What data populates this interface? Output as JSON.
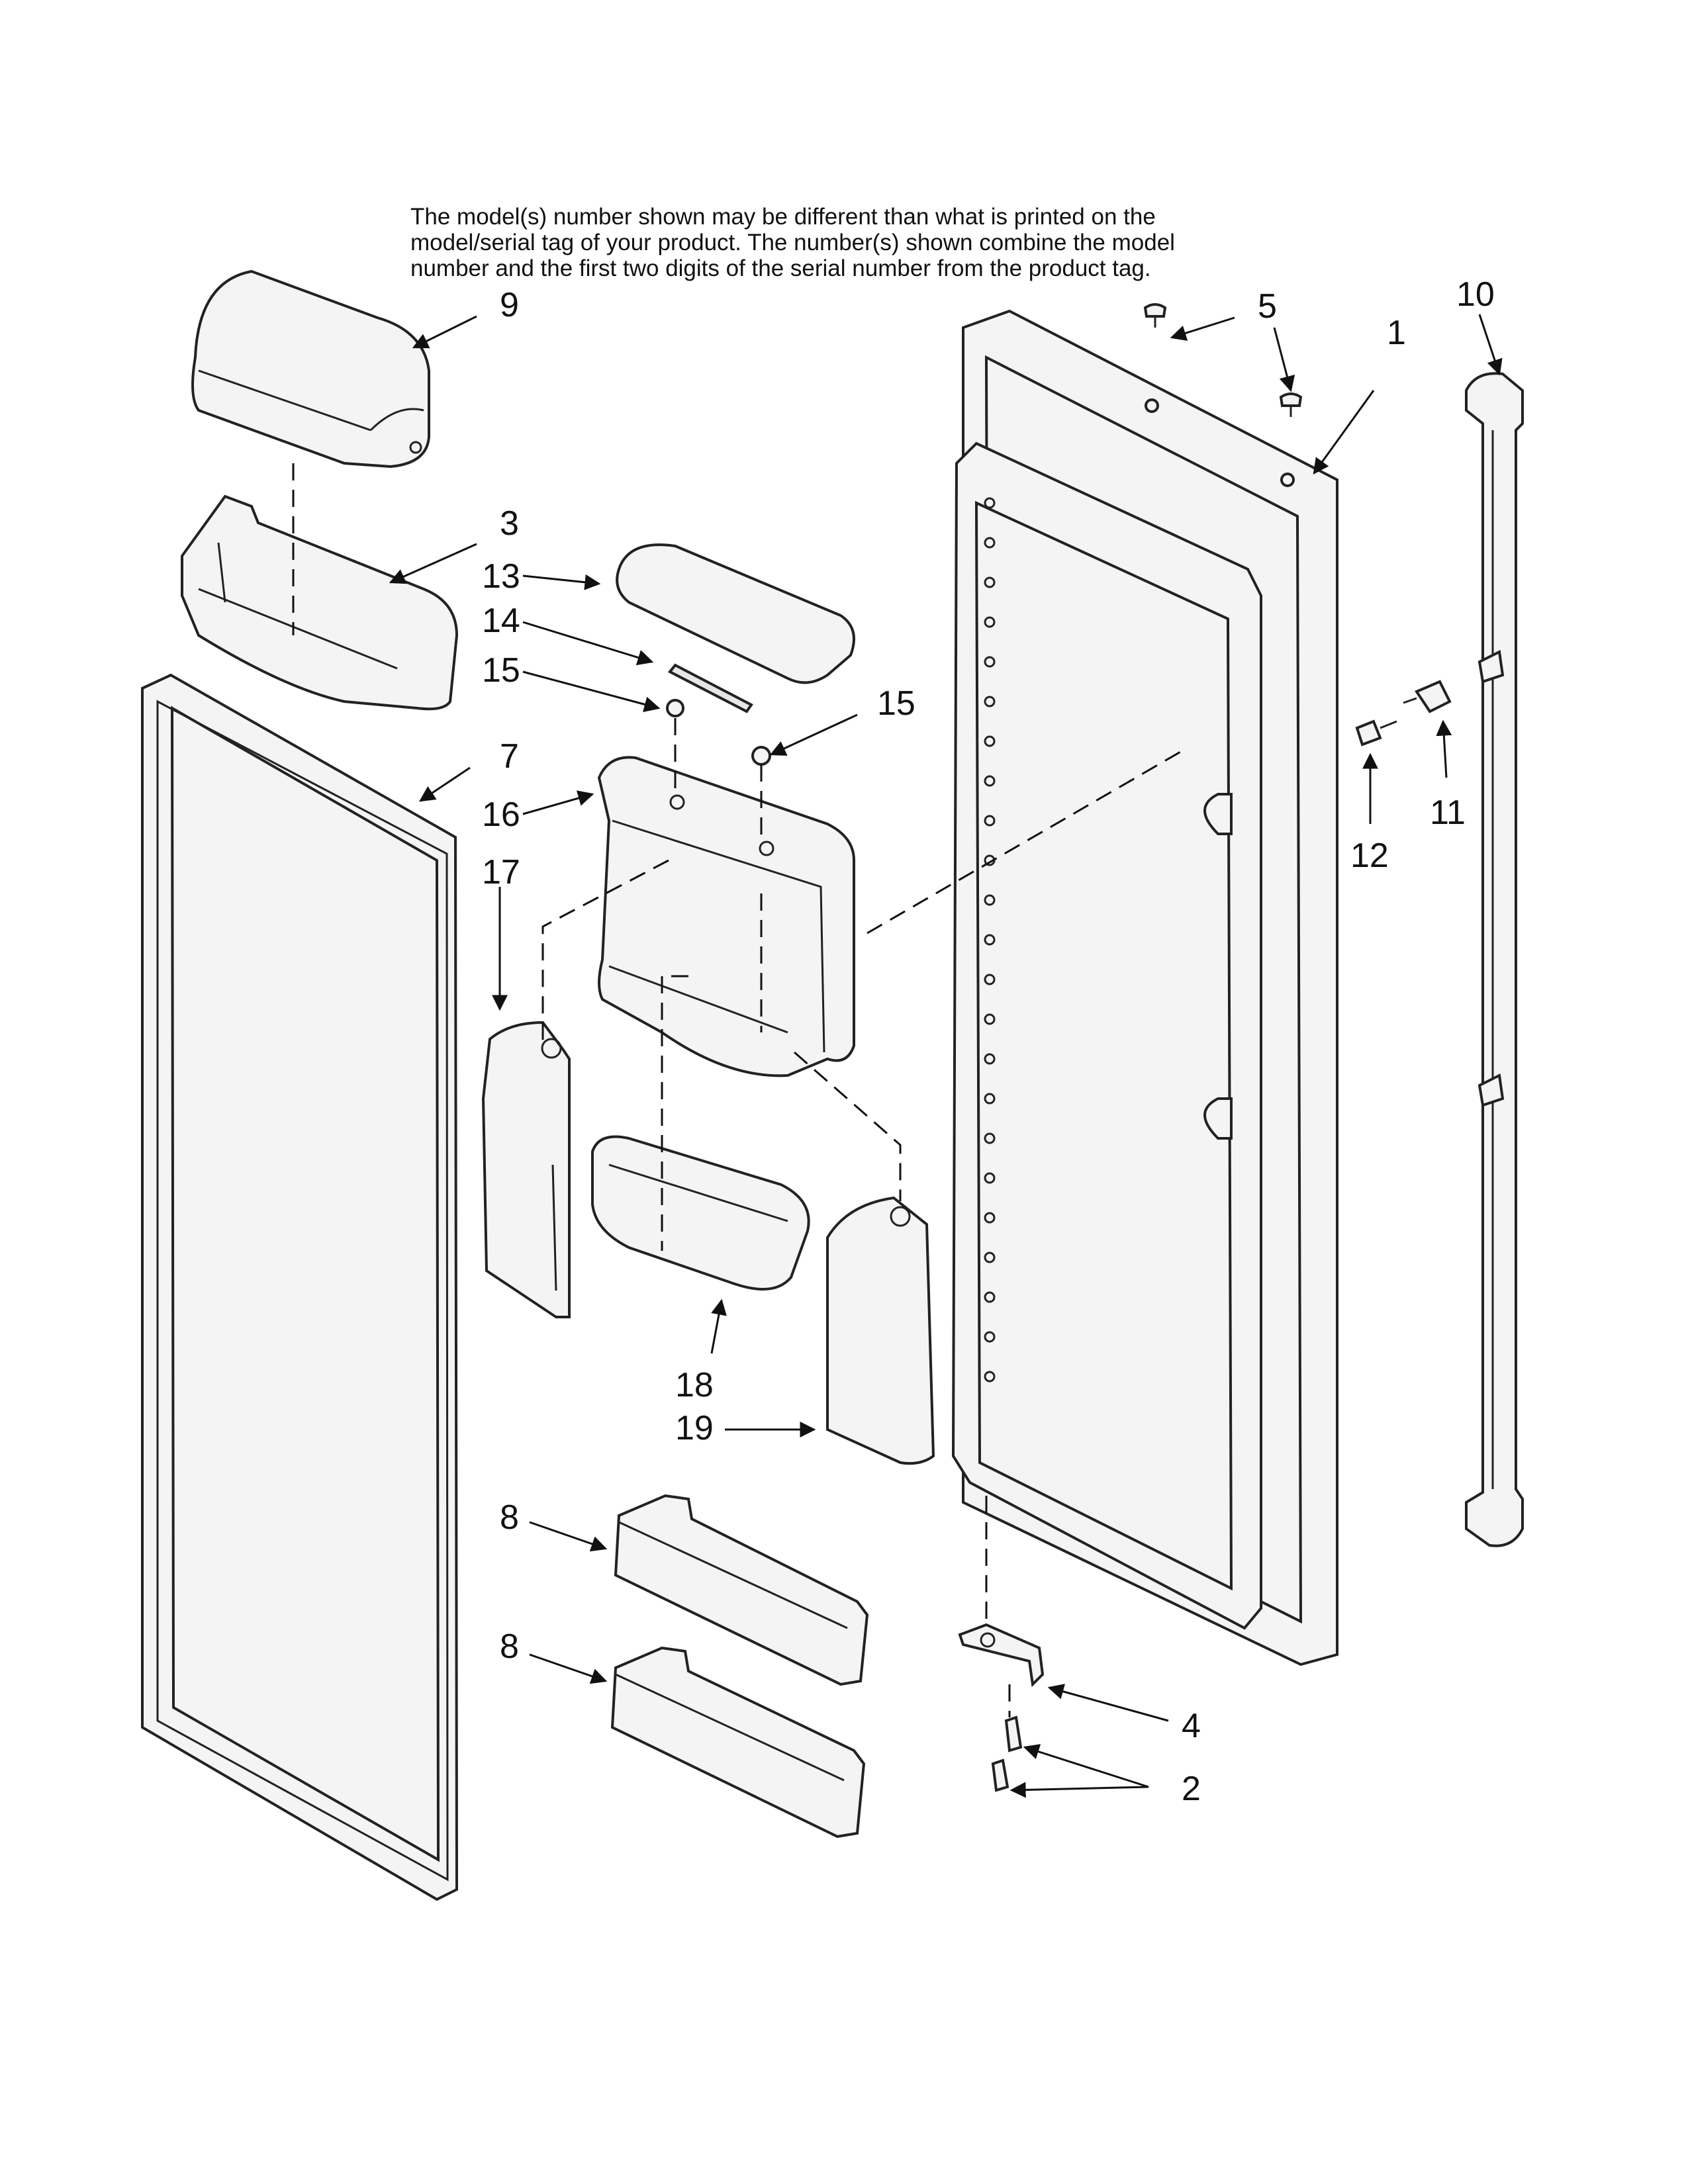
{
  "header": {
    "note_lines": [
      "The model(s) number shown may be different than what is printed on the",
      "model/serial tag of your product. The number(s) shown combine the model",
      "number and the first two digits of the serial number from the product tag."
    ]
  },
  "callouts": {
    "c1": "1",
    "c2": "2",
    "c3": "3",
    "c4": "4",
    "c5": "5",
    "c7": "7",
    "c8a": "8",
    "c8b": "8",
    "c9": "9",
    "c10": "10",
    "c11": "11",
    "c12": "12",
    "c13": "13",
    "c14": "14",
    "c15a": "15",
    "c15b": "15",
    "c16": "16",
    "c17": "17",
    "c18": "18",
    "c19": "19"
  }
}
